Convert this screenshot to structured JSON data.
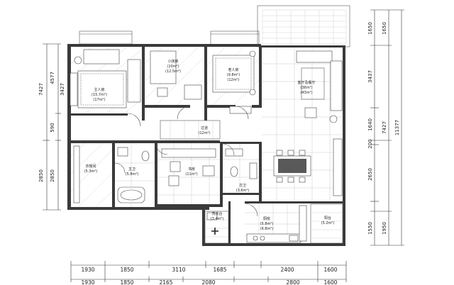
{
  "rooms": {
    "master_bedroom": {
      "name": "主人房",
      "area": "(15.7m²)",
      "area2": "(17m²)"
    },
    "small_bedroom": {
      "name": "小孩房",
      "area": "(10m²)",
      "area2": "(12.5m²)"
    },
    "elder_room": {
      "name": "老人房",
      "area": "(9.8m²)",
      "area2": "(12m²)"
    },
    "living_dining": {
      "name": "客厅及餐厅",
      "area": "(36m²)",
      "area2": "(43m²)"
    },
    "corridor": {
      "name": "过道",
      "area": "(12m²)"
    },
    "study": {
      "name": "书房",
      "area": "(11m²)"
    },
    "cloakroom": {
      "name": "衣帽间",
      "area": "(5.3m²)"
    },
    "master_bath": {
      "name": "主卫",
      "area": "(5.8m²)"
    },
    "guest_bath": {
      "name": "次卫",
      "area": "(3.6m²)"
    },
    "kitchen": {
      "name": "厨房",
      "area": "(5.8m²)",
      "area2": "(6.8m²)"
    },
    "laundry_balcony": {
      "name": "洗衣台",
      "area": "(3.4m²)"
    },
    "balcony": {
      "name": "阳台",
      "area": "(5.2m²)"
    }
  },
  "dims_bottom_row1": [
    "1930",
    "1850",
    "3110",
    "1685",
    "2400",
    "1600"
  ],
  "dims_bottom_row2": [
    "1930",
    "1850",
    "2165",
    "2080",
    "2800",
    "1600"
  ],
  "dims_left_inner": [
    "4577",
    "590",
    "2850"
  ],
  "dims_left_outer": [
    "7427",
    "2850"
  ],
  "dims_left_top": "3427",
  "dims_right_inner": [
    "1650",
    "3437",
    "1640",
    "200",
    "2650",
    "1550"
  ],
  "dims_right_outer": [
    "1650",
    "7427",
    "1950"
  ],
  "dims_right_total": "11377"
}
